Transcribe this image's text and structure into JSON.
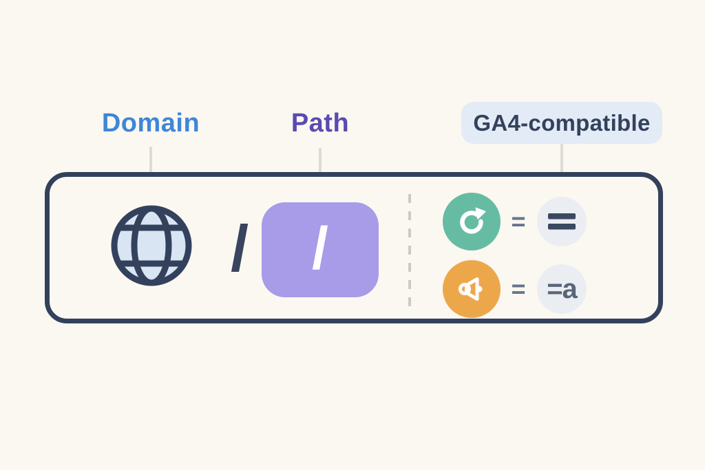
{
  "scene": {
    "description": "URL structure diagram: domain + path with GA4-compatible matching rules",
    "background": "#FBF8F1"
  },
  "labels": {
    "domain": "Domain",
    "path": "Path",
    "ga4": "GA4-compatible"
  },
  "url_bar": {
    "domain_icon": "globe",
    "separator": "/",
    "path_token": "/"
  },
  "ga4_rows": [
    {
      "icon": "refresh-icon",
      "operator": "=",
      "result": "=",
      "result_kind": "equals-icon"
    },
    {
      "icon": "megaphone-icon",
      "operator": "=",
      "result": "=a",
      "result_kind": "text"
    }
  ],
  "colors": {
    "background": "#FBF8F1",
    "box_border": "#33415C",
    "domain_label": "#3E86D9",
    "path_label": "#5B4AB2",
    "ga4_badge_bg": "#E3EBF6",
    "ga4_badge_text": "#33415C",
    "globe_fill": "#D9E5F2",
    "path_token_bg": "#A89BE8",
    "refresh_chip": "#66BCA2",
    "megaphone_chip": "#EDA74B",
    "result_chip": "#EAEDF2",
    "operator_text": "#66758F",
    "connector_line": "#DCDBD5",
    "divider_dash": "#CBCBC6"
  }
}
